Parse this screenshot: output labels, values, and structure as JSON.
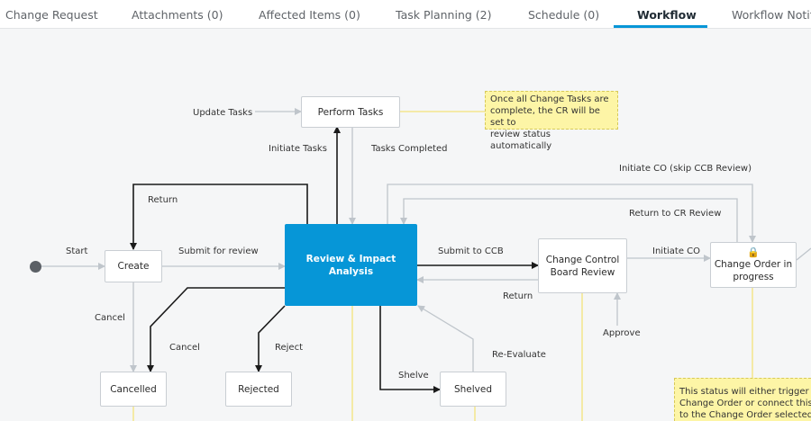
{
  "tabs": [
    {
      "label": "Change Request"
    },
    {
      "label": "Attachments (0)"
    },
    {
      "label": "Affected Items (0)"
    },
    {
      "label": "Task Planning (2)"
    },
    {
      "label": "Schedule (0)"
    },
    {
      "label": "Workflow"
    },
    {
      "label": "Workflow Notific"
    }
  ],
  "active_tab": "Workflow",
  "nodes": {
    "create": "Create",
    "perform_tasks": "Perform Tasks",
    "review": "Review & Impact Analysis",
    "ccb_review_line1": "Change Control",
    "ccb_review_line2": "Board Review",
    "change_order_line1": "Change Order in",
    "change_order_line2": "progress",
    "cancelled": "Cancelled",
    "rejected": "Rejected",
    "shelved": "Shelved"
  },
  "transitions": {
    "start": "Start",
    "submit_for_review": "Submit for review",
    "update_tasks": "Update Tasks",
    "initiate_tasks": "Initiate Tasks",
    "tasks_completed": "Tasks Completed",
    "return_1": "Return",
    "submit_to_ccb": "Submit to CCB",
    "return_2": "Return",
    "initiate_co_skip": "Initiate CO (skip CCB Review)",
    "return_to_cr_review": "Return to CR Review",
    "initiate_co": "Initiate CO",
    "approve": "Approve",
    "cancel_1": "Cancel",
    "cancel_2": "Cancel",
    "reject": "Reject",
    "shelve": "Shelve",
    "re_evaluate": "Re-Evaluate"
  },
  "notes": {
    "tasks_note_line1": "Once all Change Tasks are",
    "tasks_note_line2": "complete, the CR will be set to",
    "tasks_note_line3": "review status automatically",
    "co_note_line1": "This status will either trigger a new",
    "co_note_line2": "Change Order or connect this request",
    "co_note_line3": "to the Change Order selected in"
  },
  "icons": {
    "lock": "lock-icon"
  },
  "colors": {
    "accent": "#0696d7",
    "note_bg": "#fdf5a6",
    "connector_gray": "#bfc5cb",
    "connector_dark": "#1a1a1a",
    "guide_yellow": "#f3e37a"
  }
}
